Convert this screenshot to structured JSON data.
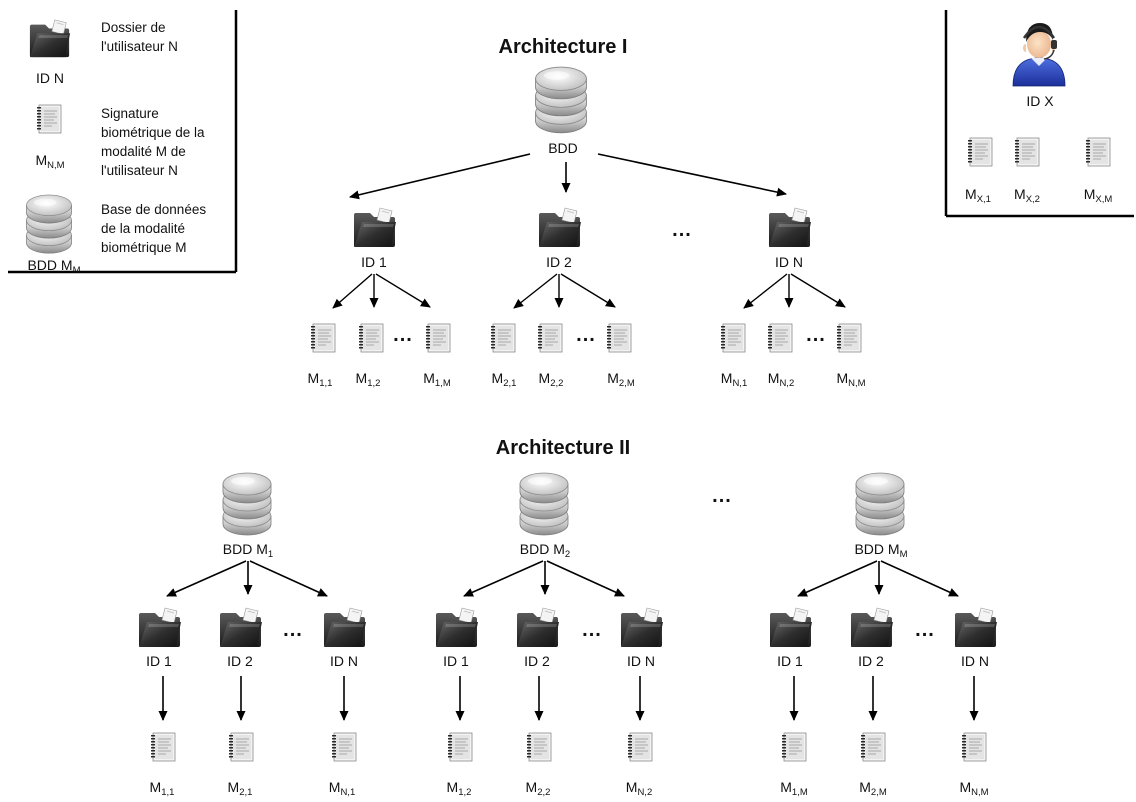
{
  "legend": {
    "folder_label": "ID N",
    "folder_desc": [
      "Dossier de",
      "l'utilisateur N"
    ],
    "signature_label": {
      "main": "M",
      "sub": "N,M"
    },
    "signature_desc": [
      "Signature",
      "biométrique de la",
      "modalité M de",
      "l'utilisateur N"
    ],
    "db_label": {
      "main": "BDD M",
      "sub": "M"
    },
    "db_desc": [
      "Base de données",
      "de la modalité",
      "biométrique M"
    ]
  },
  "query_user": {
    "label": "ID X",
    "signatures": [
      {
        "main": "M",
        "sub": "X,1"
      },
      {
        "main": "M",
        "sub": "X,2"
      },
      {
        "main": "M",
        "sub": "X,M"
      }
    ]
  },
  "architecture_1": {
    "title": "Architecture I",
    "db_label": "BDD",
    "ellipsis": "...",
    "users": [
      {
        "label": "ID 1",
        "ellipsis": "...",
        "signatures": [
          {
            "main": "M",
            "sub": "1,1"
          },
          {
            "main": "M",
            "sub": "1,2"
          },
          {
            "main": "M",
            "sub": "1,M"
          }
        ]
      },
      {
        "label": "ID 2",
        "ellipsis": "...",
        "signatures": [
          {
            "main": "M",
            "sub": "2,1"
          },
          {
            "main": "M",
            "sub": "2,2"
          },
          {
            "main": "M",
            "sub": "2,M"
          }
        ]
      },
      {
        "label": "ID N",
        "ellipsis": "...",
        "signatures": [
          {
            "main": "M",
            "sub": "N,1"
          },
          {
            "main": "M",
            "sub": "N,2"
          },
          {
            "main": "M",
            "sub": "N,M"
          }
        ]
      }
    ]
  },
  "architecture_2": {
    "title": "Architecture II",
    "ellipsis": "...",
    "databases": [
      {
        "label": {
          "main": "BDD M",
          "sub": "1"
        },
        "ellipsis": "...",
        "users": [
          {
            "label": "ID 1",
            "signature": {
              "main": "M",
              "sub": "1,1"
            }
          },
          {
            "label": "ID 2",
            "signature": {
              "main": "M",
              "sub": "2,1"
            }
          },
          {
            "label": "ID N",
            "signature": {
              "main": "M",
              "sub": "N,1"
            }
          }
        ]
      },
      {
        "label": {
          "main": "BDD M",
          "sub": "2"
        },
        "ellipsis": "...",
        "users": [
          {
            "label": "ID 1",
            "signature": {
              "main": "M",
              "sub": "1,2"
            }
          },
          {
            "label": "ID 2",
            "signature": {
              "main": "M",
              "sub": "2,2"
            }
          },
          {
            "label": "ID N",
            "signature": {
              "main": "M",
              "sub": "N,2"
            }
          }
        ]
      },
      {
        "label": {
          "main": "BDD M",
          "sub": "M"
        },
        "ellipsis": "...",
        "users": [
          {
            "label": "ID 1",
            "signature": {
              "main": "M",
              "sub": "1,M"
            }
          },
          {
            "label": "ID 2",
            "signature": {
              "main": "M",
              "sub": "2,M"
            }
          },
          {
            "label": "ID N",
            "signature": {
              "main": "M",
              "sub": "N,M"
            }
          }
        ]
      }
    ]
  }
}
